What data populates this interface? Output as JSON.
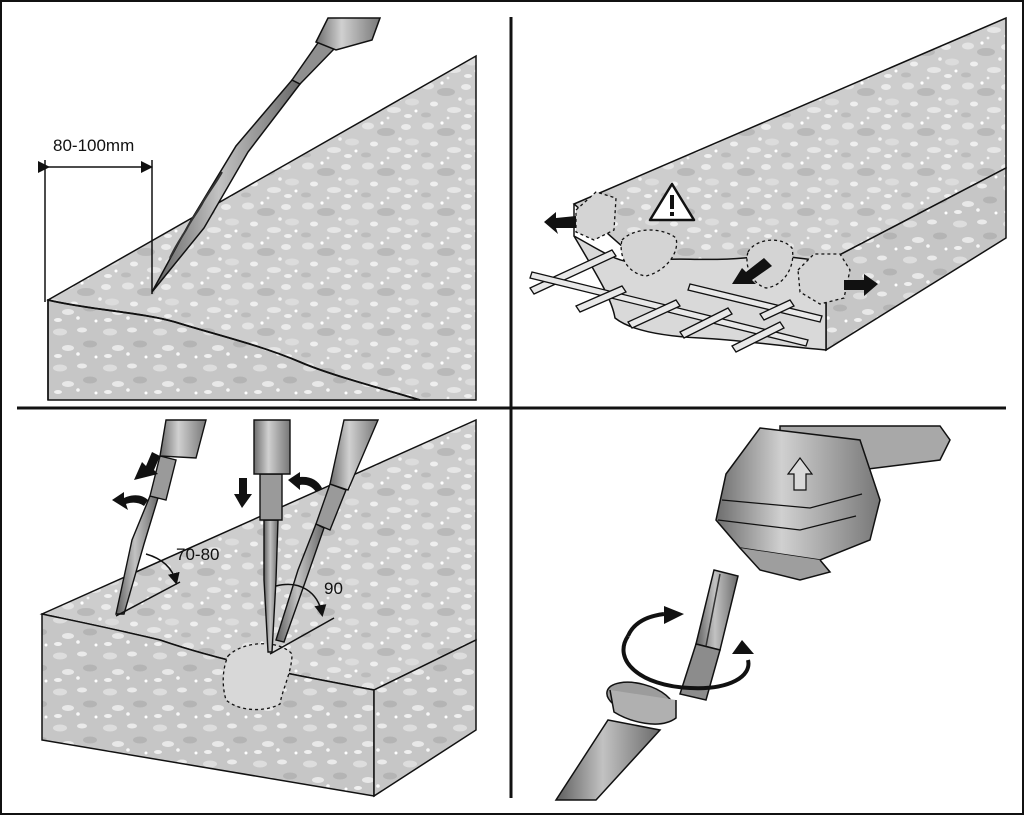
{
  "panels": {
    "top_left": {
      "dimension_label": "80-100mm"
    },
    "top_right": {
      "warning_symbol": "warning-triangle-icon"
    },
    "bottom_left": {
      "angle_label_1": "70-80",
      "angle_label_2": "90"
    },
    "bottom_right": {
      "arrow_symbol": "up-arrow-icon"
    }
  },
  "colors": {
    "concrete": "#cfcfcf",
    "concrete_side": "#c4c4c4",
    "ink": "#111111",
    "metal": "#8a8a8a",
    "metal_light": "#b5b5b5"
  }
}
